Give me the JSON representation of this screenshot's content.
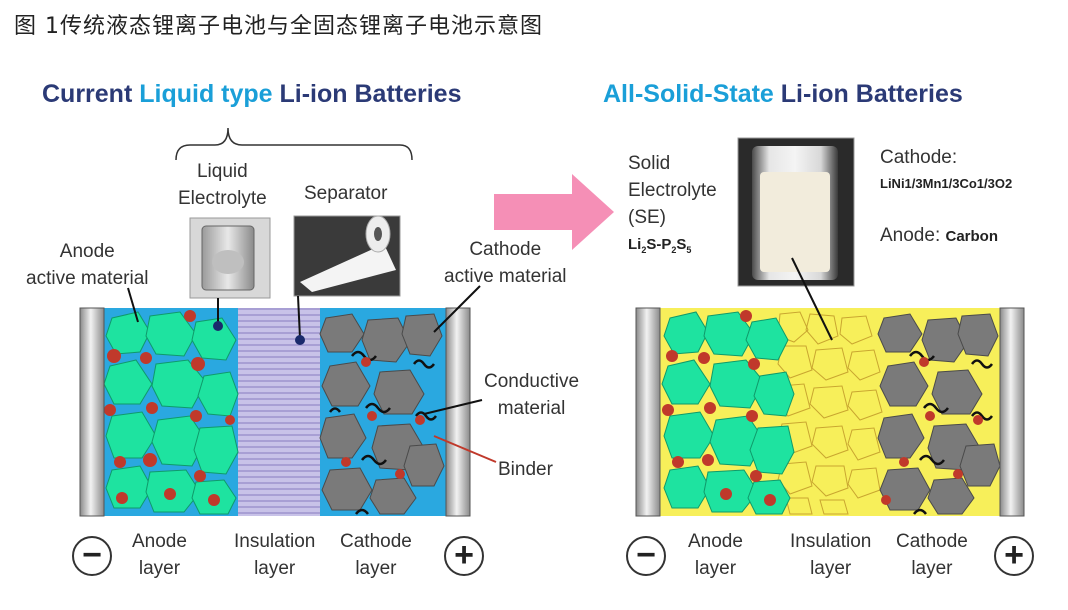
{
  "caption": "图 1传统液态锂离子电池与全固态锂离子电池示意图",
  "left": {
    "title_part1": "Current ",
    "title_part2": "Liquid type",
    "title_part3": " Li-ion Batteries",
    "liquid_line1": "Liquid",
    "liquid_line2": "Electrolyte",
    "separator": "Separator",
    "anode_line1": "Anode",
    "anode_line2": "active material",
    "cathode_line1": "Cathode",
    "cathode_line2": "active material",
    "conductive_line1": "Conductive",
    "conductive_line2": "material",
    "binder": "Binder",
    "minus": "−",
    "plus": "+",
    "anode_layer_1": "Anode",
    "anode_layer_2": "layer",
    "insulation_layer_1": "Insulation",
    "insulation_layer_2": "layer",
    "cathode_layer_1": "Cathode",
    "cathode_layer_2": "layer"
  },
  "right": {
    "title_part1": "All-Solid-State",
    "title_part2": " Li-ion Batteries",
    "se_line1": "Solid",
    "se_line2": "Electrolyte",
    "se_line3": "(SE)",
    "se_formula_a": "Li",
    "se_formula_b": "2",
    "se_formula_c": "S-P",
    "se_formula_d": "2",
    "se_formula_e": "S",
    "se_formula_f": "5",
    "cathode_label": "Cathode:",
    "cathode_formula": "LiNi1/3Mn1/3Co1/3O2",
    "anode_prefix": "Anode: ",
    "anode_value": "Carbon",
    "minus": "−",
    "plus": "+",
    "anode_layer_1": "Anode",
    "anode_layer_2": "layer",
    "insulation_layer_1": "Insulation",
    "insulation_layer_2": "layer",
    "cathode_layer_1": "Cathode",
    "cathode_layer_2": "layer"
  },
  "colors": {
    "electrolyte_blue": "#2aa8e0",
    "separator_lavender": "#b8b0dc",
    "anode_green": "#1ee3a0",
    "cathode_gray": "#7a7a7a",
    "solid_yellow": "#f7ef5a",
    "red_dot": "#c0392b",
    "arrow_pink": "#f58fb6",
    "navy_text": "#2b3a76",
    "cyan_text": "#1a9fd8"
  }
}
